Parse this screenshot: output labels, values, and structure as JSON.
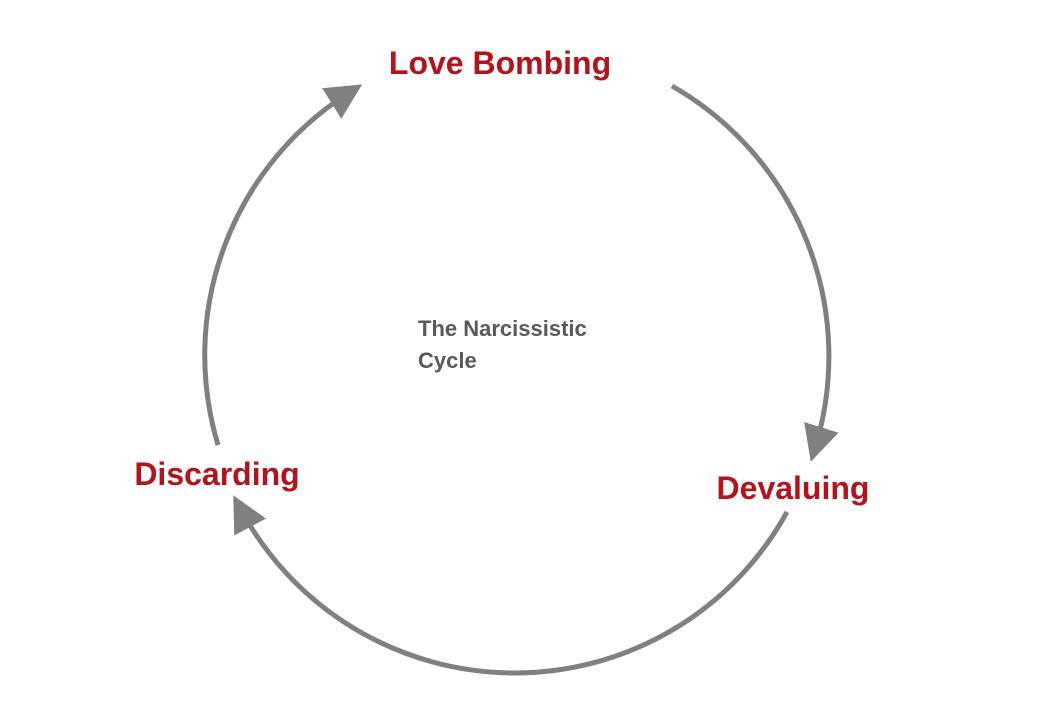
{
  "diagram": {
    "center_title_line1": "The Narcissistic",
    "center_title_line2": "Cycle",
    "stages": [
      {
        "label": "Love Bombing"
      },
      {
        "label": "Devaluing"
      },
      {
        "label": "Discarding"
      }
    ]
  },
  "colors": {
    "stage_text": "#b5121b",
    "center_text": "#595959",
    "arrow": "#808080",
    "background": "#ffffff"
  }
}
